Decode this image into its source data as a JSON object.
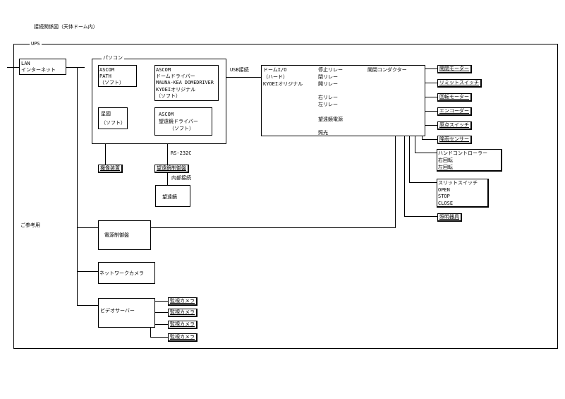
{
  "title": "接続関係図（天体ドーム内）",
  "ups": "UPS",
  "lan": {
    "line1": "LAN",
    "line2": "インターネット"
  },
  "pc": {
    "group_label": "パソコン",
    "ascom_path": {
      "line1": "ASCOM",
      "line2": "PATH",
      "line3": "（ソフト）"
    },
    "dome_driver": {
      "line1": "ASCOM",
      "line2": "ドームドライバー",
      "line3": "MAUNA-KEA DOMEDRIVER",
      "line4": "KYOEIオリジナル",
      "line5": "（ソフト）"
    },
    "seizu": {
      "line1": "星図",
      "line2": "（ソフト）"
    },
    "tele_driver": {
      "line1": "ASCOM",
      "line2": "望遠鏡ドライバー",
      "line3": "（ソフト）"
    }
  },
  "usb": "USB接続",
  "dome_io": {
    "line1": "ドームI/O",
    "line2": "（ハード）",
    "line3": "KYOEIオリジナル",
    "relays": [
      "停止リレー",
      "閉リレー",
      "開リレー",
      "",
      "右リレー",
      "左リレー",
      "",
      "望遠鏡電源",
      "",
      "照光"
    ],
    "contactor": "開閉コンダクター"
  },
  "outputs": [
    "開閉モーター",
    "リミットスイッチ",
    "回転モーター",
    "エンコーダー",
    "原点スイッチ",
    "降雨センサー"
  ],
  "hand_controller": {
    "title": "ハンドコントローラー",
    "items": [
      "右回転",
      "左回転"
    ]
  },
  "slit_switch": {
    "title": "スリットスイッチ",
    "items": [
      "OPEN",
      "STOP",
      "CLOSE"
    ]
  },
  "lighting": "照明器具",
  "rs232c": "RS-232C",
  "camera_device": "撮像装置",
  "tele_control": "望遠鏡制御盤",
  "internal": "内部接続",
  "telescope": "望遠鏡",
  "reference": "ご参考用",
  "power_control": "電源制御盤",
  "network_camera": "ネットワークカメラ",
  "video_server": "ビデオサーバー",
  "monitor_cameras": [
    "監視カメラ",
    "監視カメラ",
    "監視カメラ",
    "監視カメラ"
  ]
}
